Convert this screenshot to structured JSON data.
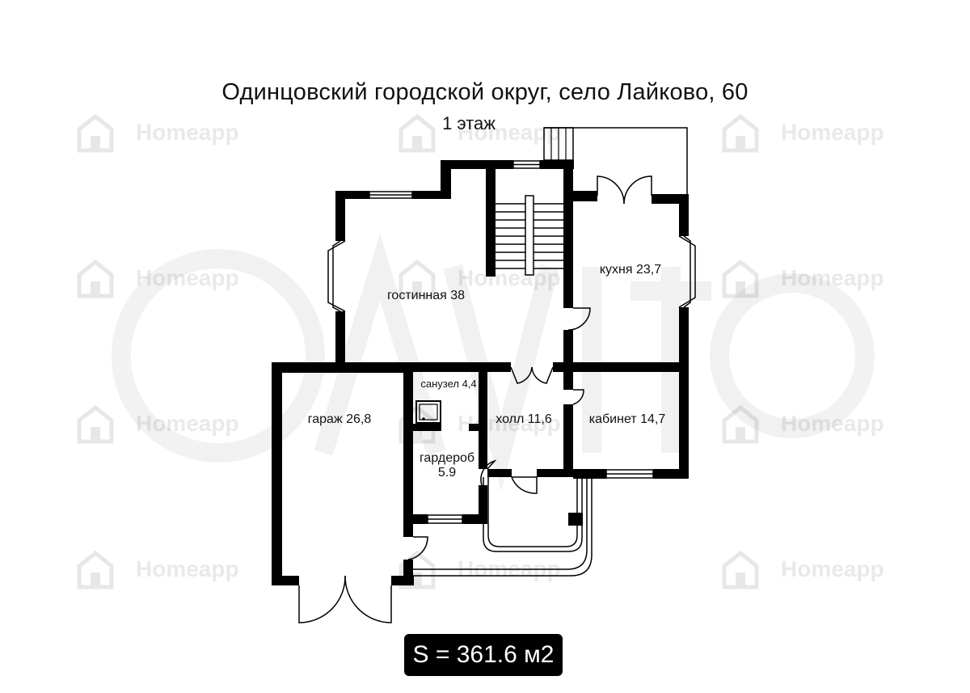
{
  "header": {
    "address": "Одинцовский городской округ, село Лайково, 60",
    "floor": "1 этаж"
  },
  "watermark": {
    "brand": "Homeapp",
    "logo_icon": "house-icon",
    "avito": "Avito"
  },
  "rooms": {
    "living": "гостинная 38",
    "kitchen": "кухня 23,7",
    "garage": "гараж 26,8",
    "bathroom": "санузел 4,4",
    "hall": "холл 11,6",
    "study": "кабинет 14,7",
    "wardrobe_line1": "гардероб",
    "wardrobe_line2": "5.9"
  },
  "summary": {
    "total_area": "S = 361.6 м2"
  },
  "colors": {
    "wall": "#000000",
    "background": "#ffffff",
    "badge": "#000000"
  }
}
